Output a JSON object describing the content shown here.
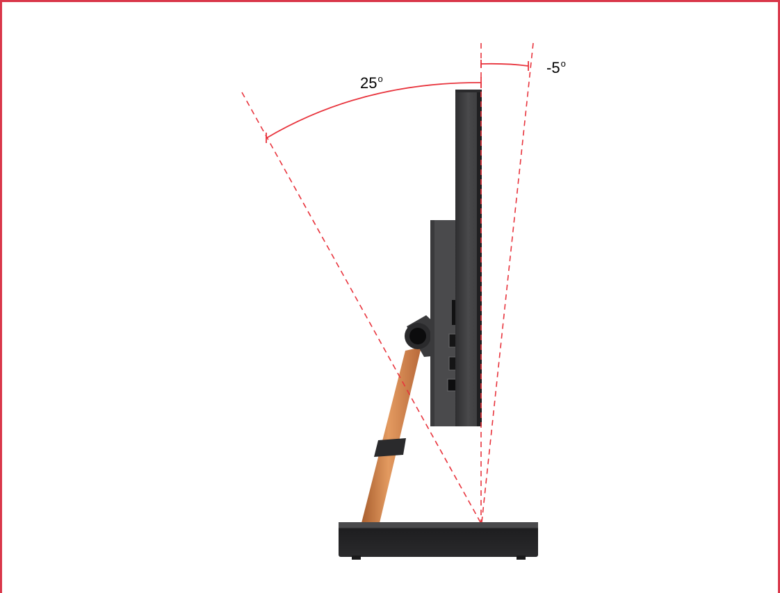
{
  "angles": {
    "backward": {
      "value": "25",
      "unit": "o"
    },
    "forward": {
      "value": "-5",
      "unit": "o"
    }
  },
  "colors": {
    "border": "#d9374a",
    "guide": "#e8333c",
    "monitor": "#3e3e40",
    "monitor_edge": "#1f1f21",
    "arm": "#d9894f",
    "arm_shadow": "#a85e2e",
    "base": "#232325",
    "background": "#ffffff"
  }
}
